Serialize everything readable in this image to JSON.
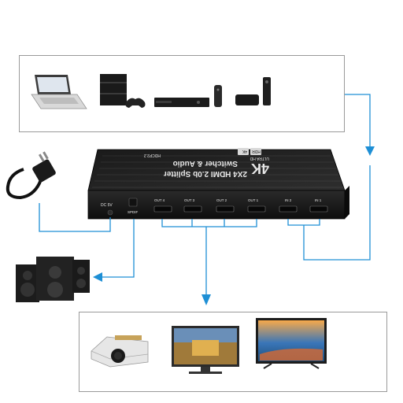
{
  "device": {
    "brand_badge": "4K",
    "brand_sub": "ULTRA HD",
    "title_line1": "2X4 HDMI 2.0b Splitter",
    "title_line2": "Switcher & Audio",
    "model_label": "HDCP2.2",
    "feature_badge_1": "4K",
    "feature_badge_2": "HDR",
    "power_label": "DC 5V",
    "spdif_label": "SPDIF",
    "output_labels": [
      "OUT 4",
      "OUT 3",
      "OUT 2",
      "OUT 1"
    ],
    "input_labels": [
      "IN 2",
      "IN 1"
    ]
  },
  "sources": [
    "laptop-icon",
    "game-console-icon",
    "dvd-player-icon",
    "tv-box-icon"
  ],
  "displays": [
    "projector-icon",
    "monitor-icon",
    "tv-icon"
  ],
  "audio": [
    "speaker-icon"
  ],
  "power": [
    "power-adapter-icon"
  ],
  "colors": {
    "arrow": "#1e8fd5",
    "frame": "#9a9a9a",
    "device_body": "#1c1c1c",
    "device_label": "#e6e6e6"
  }
}
